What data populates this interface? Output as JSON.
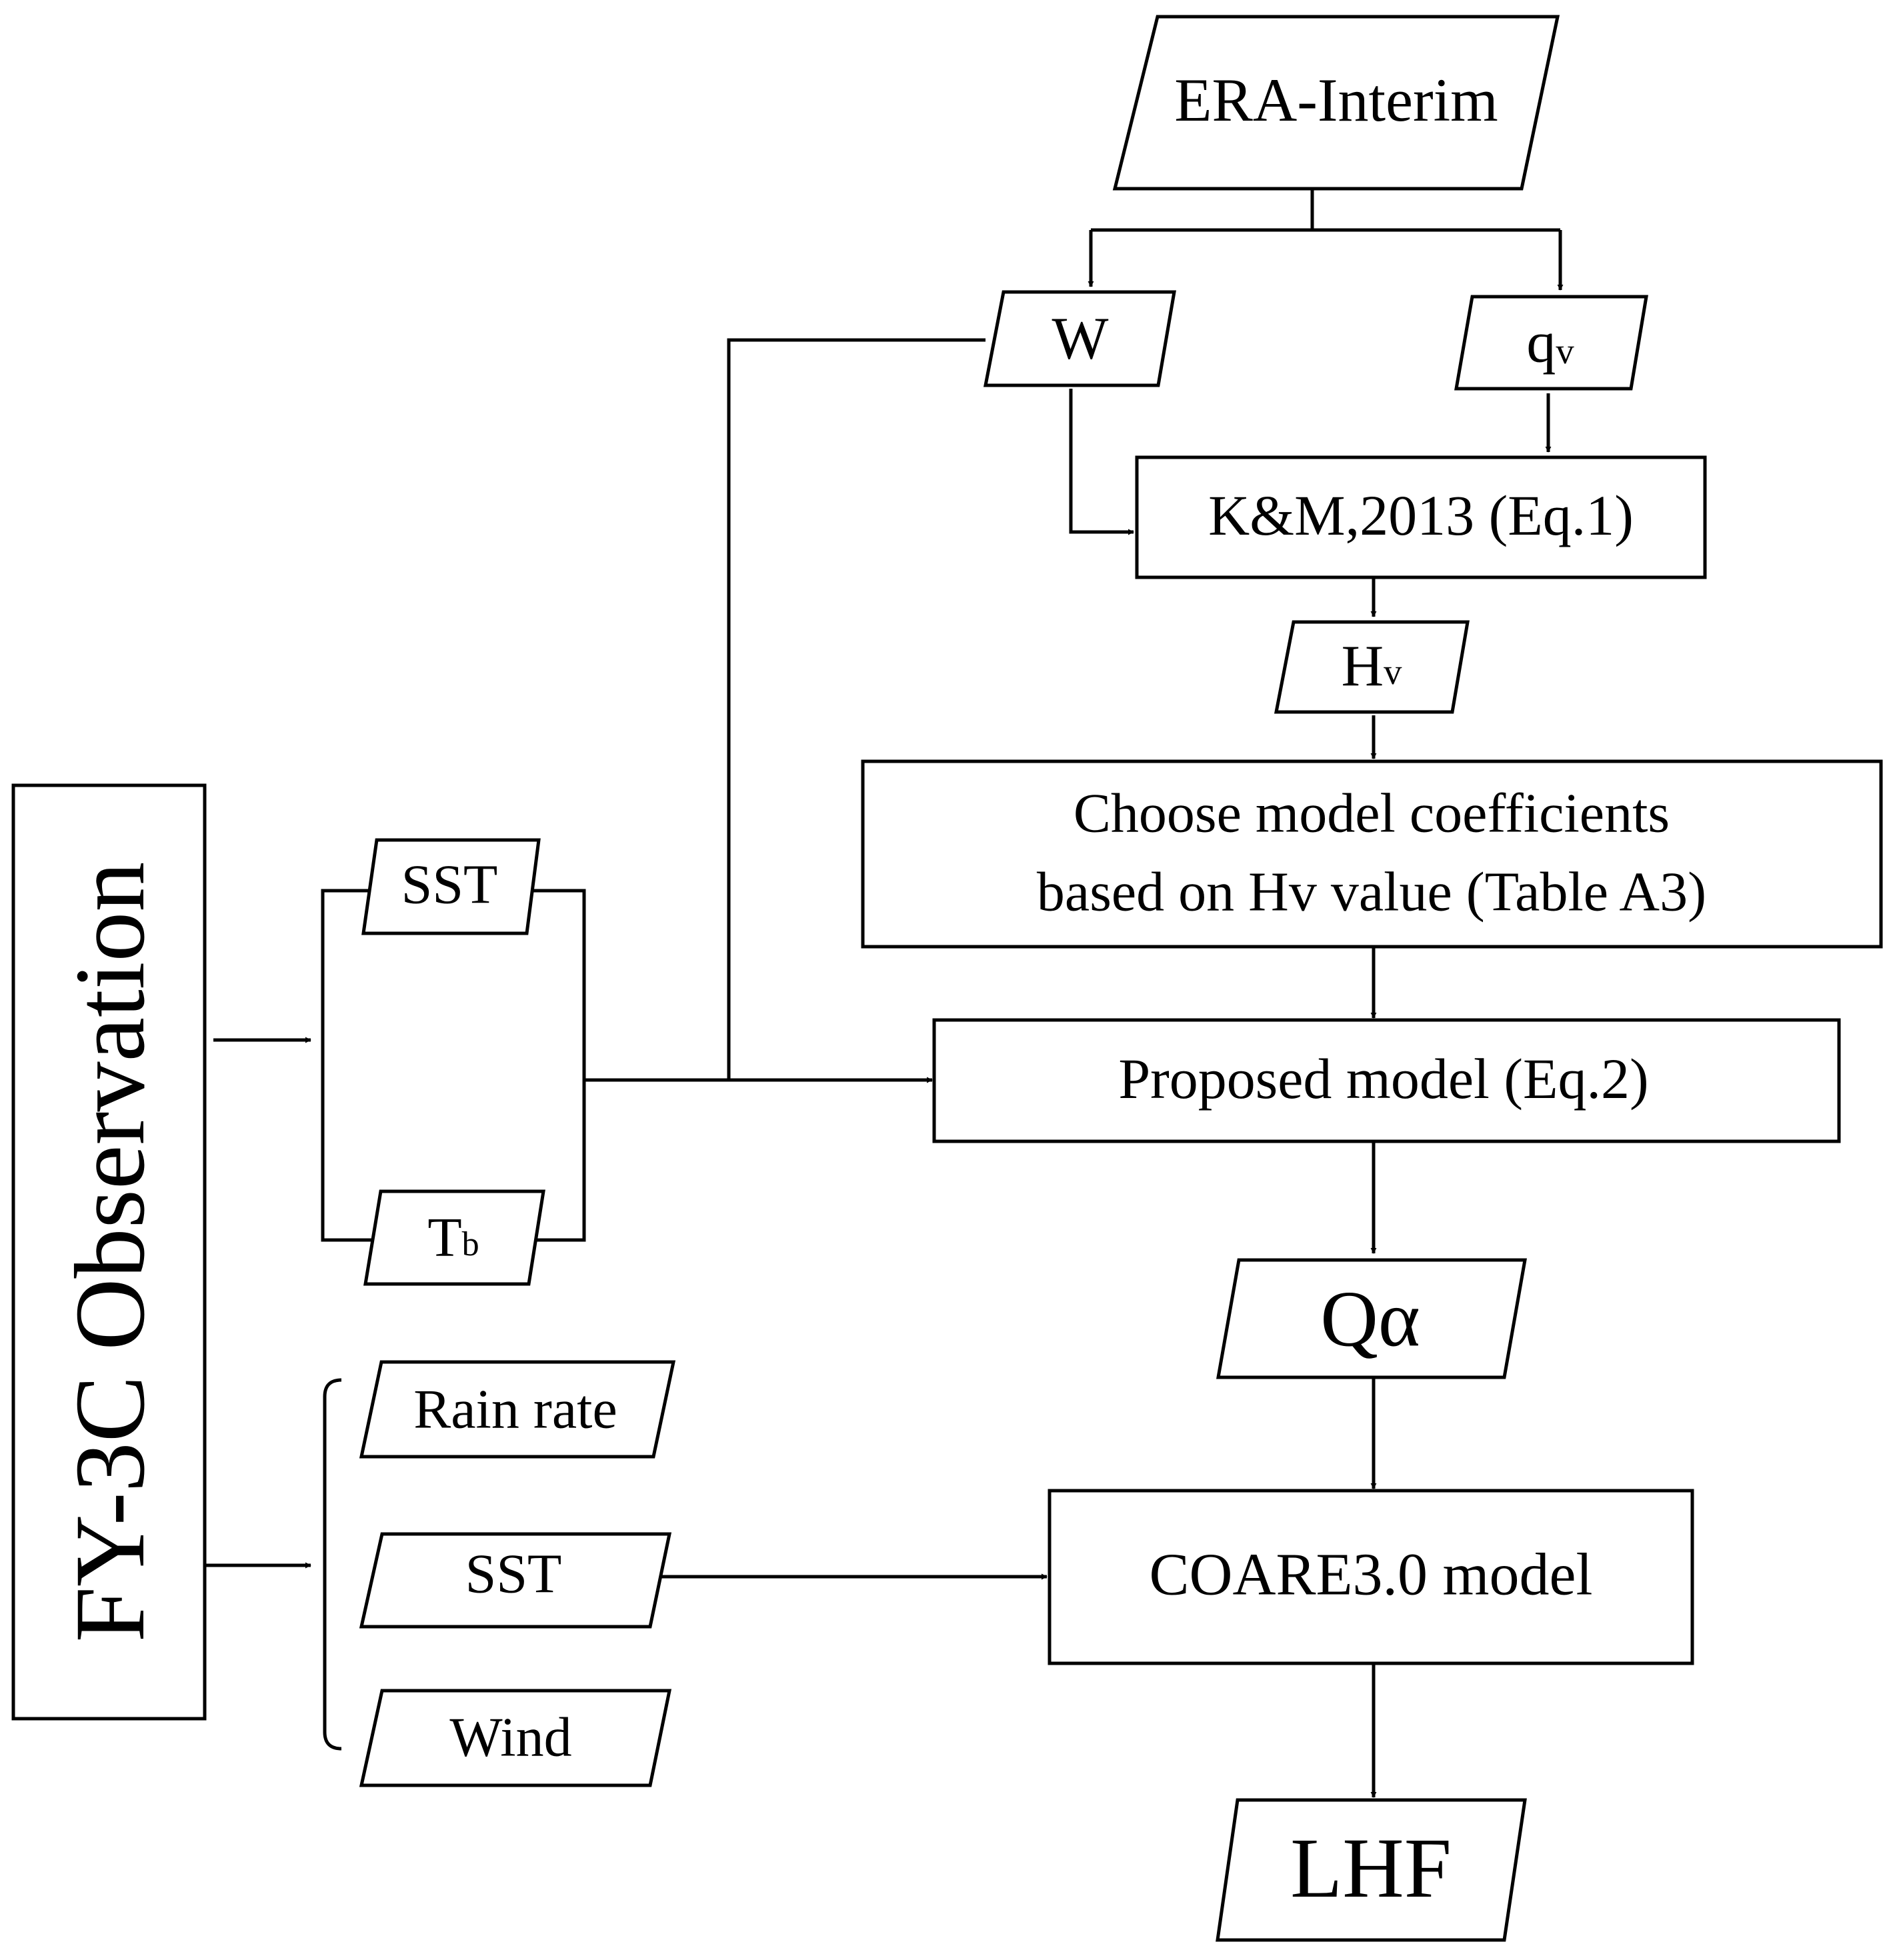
{
  "nodes": {
    "era_interim": "ERA-Interim",
    "w": "W",
    "qv": {
      "base": "q",
      "sub": "v"
    },
    "km2013": "K&M,2013 (Eq.1)",
    "hv": {
      "base": "H",
      "sub": "v"
    },
    "choose_coeff": [
      "Choose model coefficients",
      "based on Hv value (Table A3)"
    ],
    "proposed_model": "Proposed model (Eq.2)",
    "qalpha": "Qα",
    "coare": "COARE3.0 model",
    "lhf": "LHF",
    "fy3c": "FY-3C Observation",
    "sst_top": "SST",
    "tb": {
      "base": "T",
      "sub": "b"
    },
    "rain_rate": "Rain rate",
    "sst_bottom": "SST",
    "wind": "Wind"
  }
}
